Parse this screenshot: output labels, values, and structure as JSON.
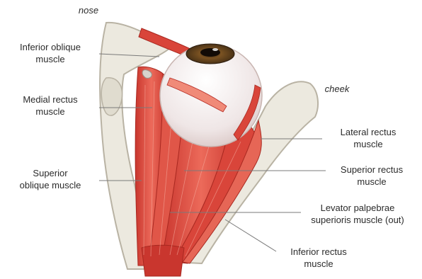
{
  "labels": {
    "nose": "nose",
    "cheek": "cheek",
    "inferior_oblique": [
      "Inferior oblique",
      "muscle"
    ],
    "medial_rectus": [
      "Medial rectus",
      "muscle"
    ],
    "superior_oblique": [
      "Superior",
      "oblique muscle"
    ],
    "lateral_rectus": [
      "Lateral rectus",
      "muscle"
    ],
    "superior_rectus": [
      "Superior rectus",
      "muscle"
    ],
    "levator": [
      "Levator palpebrae",
      "superioris muscle (out)"
    ],
    "inferior_rectus": [
      "Inferior rectus",
      "muscle"
    ]
  },
  "colors": {
    "muscle": "#d9453a",
    "muscle_dark": "#b52b24",
    "muscle_light": "#f07a68",
    "bone": "#ece9df",
    "bone_edge": "#b9b3a4",
    "eyeball": "#f2ecec",
    "iris": "#6b4a1e",
    "pupil": "#1a1410",
    "leader": "#7a7a7a"
  }
}
